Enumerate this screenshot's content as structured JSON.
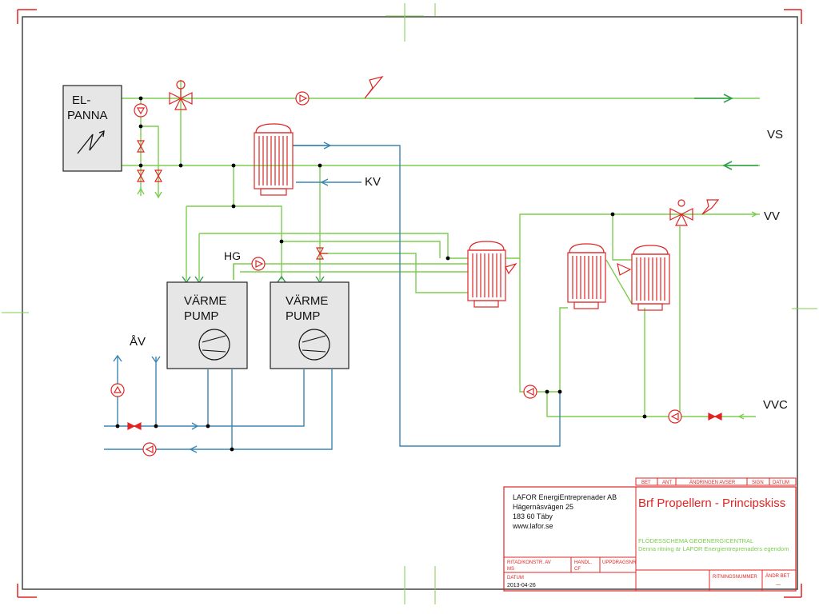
{
  "labels": {
    "el_panna_line1": "EL-",
    "el_panna_line2": "PANNA",
    "vs": "VS",
    "kv": "KV",
    "vv": "VV",
    "vvc": "VVC",
    "hg": "HG",
    "av": "ÅV",
    "hp1_line1": "VÄRME",
    "hp1_line2": "PUMP",
    "hp2_line1": "VÄRME",
    "hp2_line2": "PUMP"
  },
  "title_block": {
    "rev_headers": [
      "BET",
      "ANT",
      "ÄNDRINGEN AVSER",
      "SIGN",
      "DATUM"
    ],
    "company": "LAFOR EnergiEntreprenader AB",
    "street": "Hägernäsvägen 25",
    "postal": "183 60 Täby",
    "web": "www.lafor.se",
    "project_title": "Brf Propellern - Principskiss",
    "drawing_title": "FLÖDESSCHEMA GEOENERGICENTRAL",
    "ownership_note": "Denna ritning är LAFOR Energientreprenaders egendom",
    "ritad_label": "RITAD/KONSTR. AV",
    "ritad_value": "MS",
    "handl_label": "HANDL.",
    "handl_value": "CF",
    "uppdrag_label": "UPPDRAGSNR",
    "datum_label": "DATUM",
    "datum_value": "2013-04-26",
    "ritningsnummer_label": "RITNINGSNUMMER",
    "andr_bet_label": "ÄNDR BET",
    "andr_bet_value": "—"
  },
  "colors": {
    "green_pipe": "#7ccd4f",
    "blue_pipe": "#3a86b0",
    "red_equipment": "#e02424",
    "box_fill": "#e6e6e6"
  }
}
